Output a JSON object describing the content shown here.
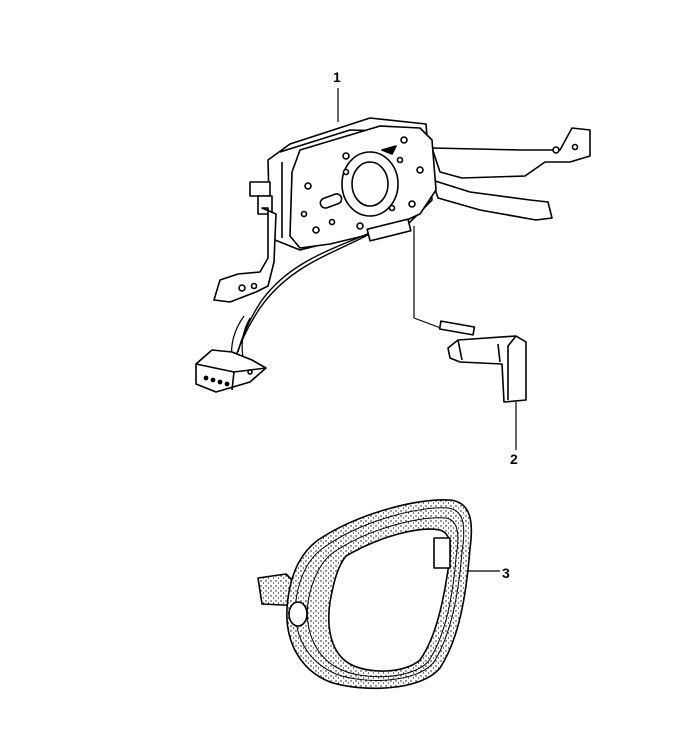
{
  "callouts": {
    "part1": "1",
    "part2": "2",
    "part3": "3"
  },
  "colors": {
    "line": "#000000",
    "background": "#ffffff",
    "foam": "#9a9a9a"
  }
}
